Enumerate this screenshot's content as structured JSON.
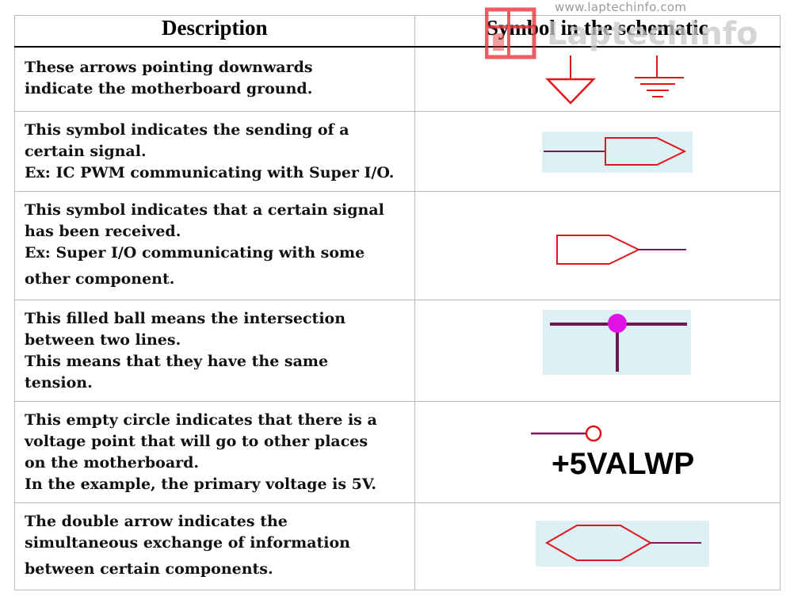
{
  "watermark": {
    "url": "www.laptechinfo.com",
    "brand": "Laptechinfo"
  },
  "header": {
    "description": "Description",
    "symbol": "Symbol in the schematic"
  },
  "rows": [
    {
      "lines": [
        "These arrows pointing downwards",
        "indicate the motherboard ground."
      ]
    },
    {
      "lines": [
        "This symbol indicates the sending of a",
        "certain signal.",
        "Ex: IC PWM communicating with Super I/O."
      ]
    },
    {
      "lines": [
        "This symbol indicates that a certain signal",
        "has been received.",
        "Ex: Super I/O communicating with some",
        "other component."
      ]
    },
    {
      "lines": [
        "This filled ball means the intersection",
        "between two lines.",
        "This means that they have the same",
        "tension."
      ]
    },
    {
      "lines": [
        "This empty circle indicates that there is a",
        "voltage point that will go to other places",
        "on the motherboard.",
        "In the example, the primary voltage is 5V."
      ]
    },
    {
      "lines": [
        "The double arrow indicates the",
        "simultaneous exchange of information",
        "between certain components."
      ]
    }
  ],
  "symbols": {
    "voltage_label": "+5VALWP"
  },
  "colors": {
    "symbol_red": "#e0161b",
    "wire_purple": "#7a1a5a",
    "junction_magenta": "#e012e6",
    "box_bg": "#dcf0f5",
    "watermark_red": "#e8393e"
  }
}
